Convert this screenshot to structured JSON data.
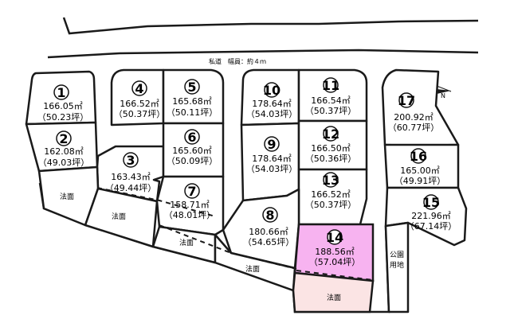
{
  "road_label": "私道　幅員：約４ｍ",
  "slope_label": "法面",
  "park_label_1": "公園",
  "park_label_2": "用地",
  "highlight_color": "#f7b3f0",
  "highlight_slope_color": "#fbe4e4",
  "lots": {
    "l1": {
      "num": "1",
      "area": "166.05㎡",
      "tsubo": "（50.23坪）"
    },
    "l2": {
      "num": "2",
      "area": "162.08㎡",
      "tsubo": "（49.03坪）"
    },
    "l3": {
      "num": "3",
      "area": "163.43㎡",
      "tsubo": "（49.44坪）"
    },
    "l4": {
      "num": "4",
      "area": "166.52㎡",
      "tsubo": "（50.37坪）"
    },
    "l5": {
      "num": "5",
      "area": "165.68㎡",
      "tsubo": "（50.11坪）"
    },
    "l6": {
      "num": "6",
      "area": "165.60㎡",
      "tsubo": "（50.09坪）"
    },
    "l7": {
      "num": "7",
      "area": "158.71㎡",
      "tsubo": "（48.01坪）"
    },
    "l8": {
      "num": "8",
      "area": "180.66㎡",
      "tsubo": "（54.65坪）"
    },
    "l9": {
      "num": "9",
      "area": "178.64㎡",
      "tsubo": "（54.03坪）"
    },
    "l10": {
      "num": "10",
      "area": "178.64㎡",
      "tsubo": "（54.03坪）"
    },
    "l11": {
      "num": "11",
      "area": "166.54㎡",
      "tsubo": "（50.37坪）"
    },
    "l12": {
      "num": "12",
      "area": "166.50㎡",
      "tsubo": "（50.36坪）"
    },
    "l13": {
      "num": "13",
      "area": "166.52㎡",
      "tsubo": "（50.37坪）"
    },
    "l14": {
      "num": "14",
      "area": "188.56㎡",
      "tsubo": "（57.04坪）"
    },
    "l15": {
      "num": "15",
      "area": "221.96㎡",
      "tsubo": "（67.14坪）"
    },
    "l16": {
      "num": "16",
      "area": "165.00㎡",
      "tsubo": "（49.91坪）"
    },
    "l17": {
      "num": "17",
      "area": "200.92㎡",
      "tsubo": "（60.77坪）"
    }
  }
}
